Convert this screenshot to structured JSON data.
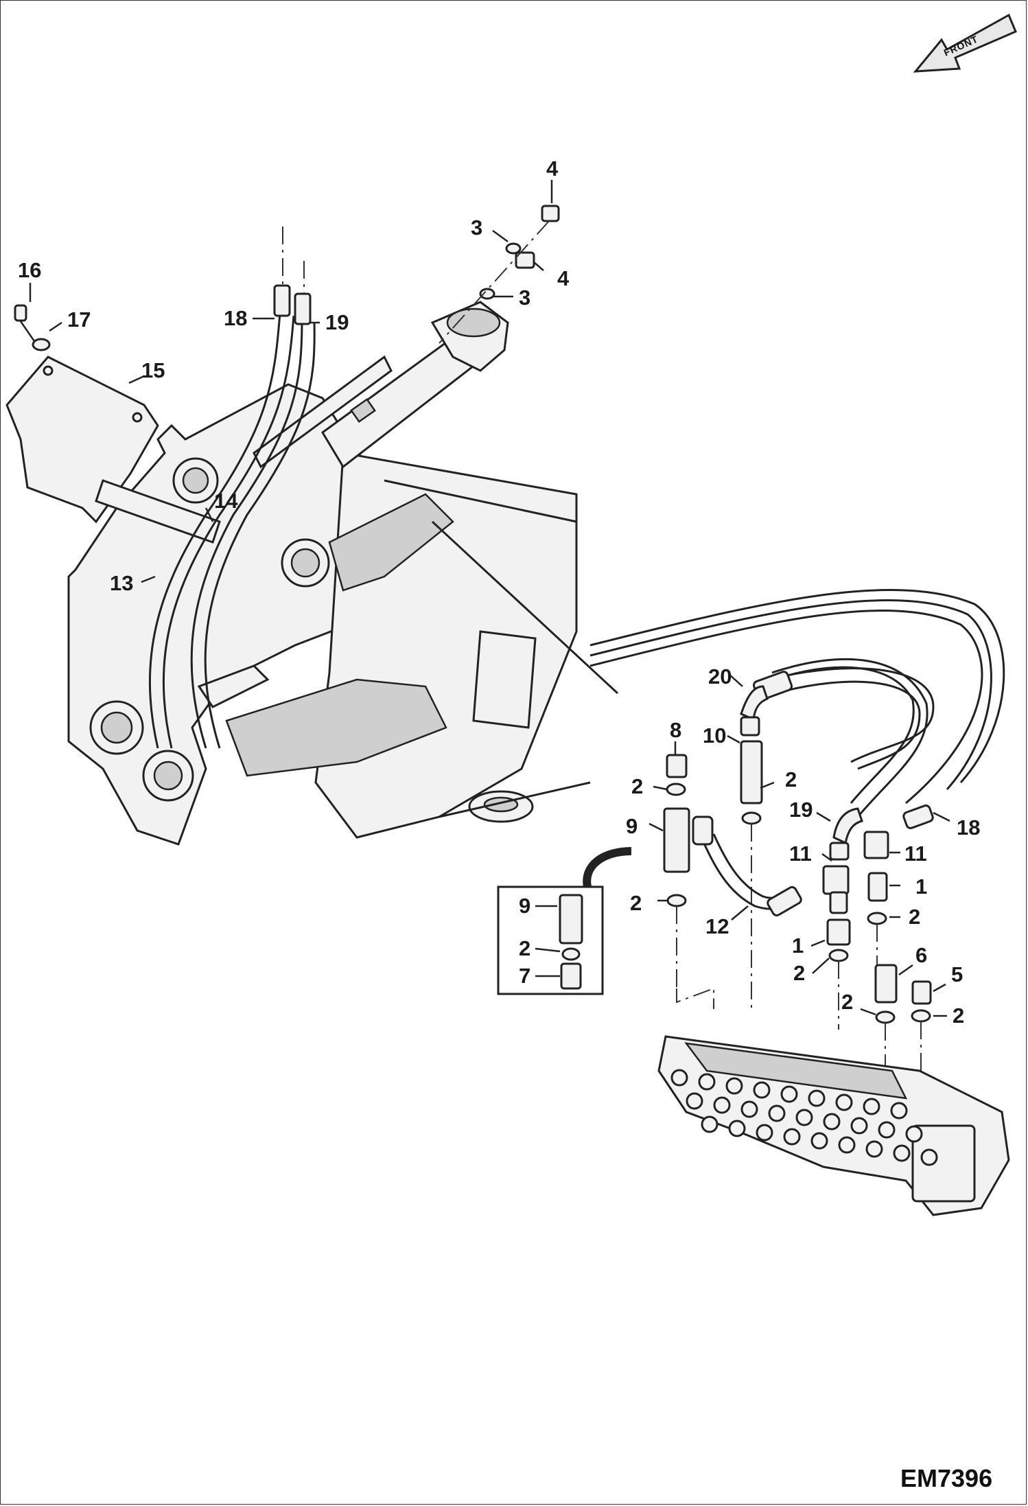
{
  "diagram": {
    "front_label": "FRONT",
    "figure_code": "EM7396",
    "callouts": {
      "c16": "16",
      "c17": "17",
      "c15": "15",
      "c14": "14",
      "c13": "13",
      "c18a": "18",
      "c19a": "19",
      "c4a": "4",
      "c3a": "3",
      "c4b": "4",
      "c3b": "3",
      "c20": "20",
      "c10": "10",
      "c8": "8",
      "c2a": "2",
      "c9a": "9",
      "c2b": "2",
      "c19b": "19",
      "c18b": "18",
      "c11a": "11",
      "c11b": "11",
      "c1a": "1",
      "c2c": "2",
      "c12": "12",
      "c1b": "1",
      "c2d": "2",
      "c6": "6",
      "c5": "5",
      "c2e": "2",
      "c2f": "2",
      "c2g": "2",
      "c9b": "9",
      "c2h": "2",
      "c7": "7"
    }
  }
}
